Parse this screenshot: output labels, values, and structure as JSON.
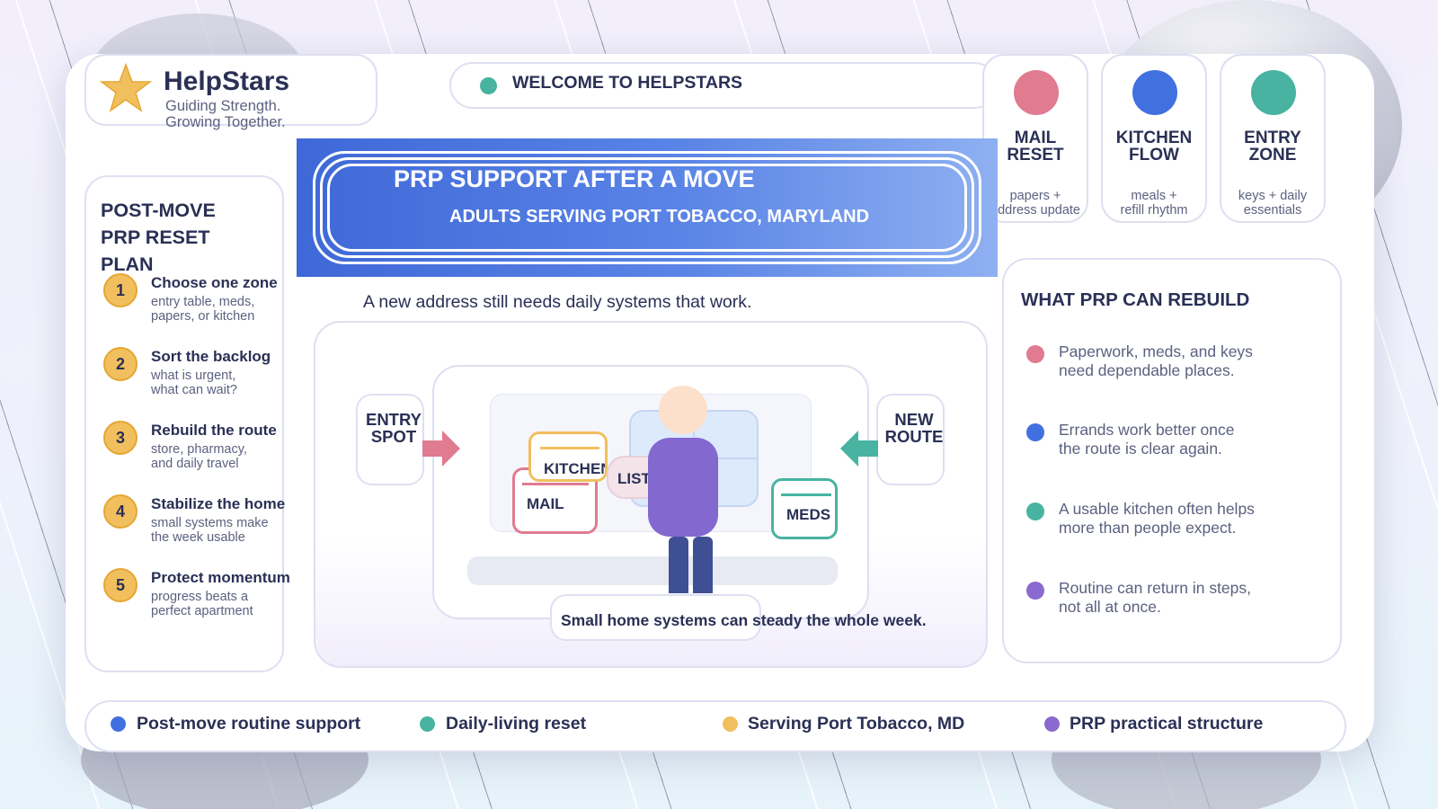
{
  "brand": {
    "name": "HelpStars",
    "tagline_1": "Guiding Strength.",
    "tagline_2": "Growing Together."
  },
  "welcome": {
    "text": "WELCOME TO HELPSTARS"
  },
  "zones": [
    {
      "title_1": "MAIL",
      "title_2": "RESET",
      "sub_1": "papers +",
      "sub_2": "address update",
      "color": "#e07b90"
    },
    {
      "title_1": "KITCHEN",
      "title_2": "FLOW",
      "sub_1": "meals +",
      "sub_2": "refill rhythm",
      "color": "#4170e0"
    },
    {
      "title_1": "ENTRY",
      "title_2": "ZONE",
      "sub_1": "keys + daily",
      "sub_2": "essentials",
      "color": "#47b3a0"
    }
  ],
  "hero": {
    "title": "PRP SUPPORT AFTER A MOVE",
    "subtitle": "ADULTS SERVING PORT TOBACCO, MARYLAND"
  },
  "intro": "A new address still needs daily systems that work.",
  "plan": {
    "title_1": "POST-MOVE",
    "title_2": "PRP RESET",
    "title_3": "PLAN",
    "steps": [
      {
        "num": "1",
        "title": "Choose one zone",
        "sub_1": "entry table, meds,",
        "sub_2": "papers, or kitchen"
      },
      {
        "num": "2",
        "title": "Sort the backlog",
        "sub_1": "what is urgent,",
        "sub_2": "what can wait?"
      },
      {
        "num": "3",
        "title": "Rebuild the route",
        "sub_1": "store, pharmacy,",
        "sub_2": "and daily travel"
      },
      {
        "num": "4",
        "title": "Stabilize the home",
        "sub_1": "small systems make",
        "sub_2": "the week usable"
      },
      {
        "num": "5",
        "title": "Protect momentum",
        "sub_1": "progress beats a",
        "sub_2": "perfect apartment"
      }
    ]
  },
  "illustration": {
    "entry_1": "ENTRY",
    "entry_2": "SPOT",
    "route_1": "NEW",
    "route_2": "ROUTE",
    "kitchen": "KITCHEN",
    "list": "LIST",
    "mail": "MAIL",
    "meds": "MEDS",
    "caption": "Small home systems can steady the whole week."
  },
  "rebuild": {
    "title": "WHAT PRP CAN REBUILD",
    "items": [
      {
        "line_1": "Paperwork, meds, and keys",
        "line_2": "need dependable places.",
        "color": "#e07b90"
      },
      {
        "line_1": "Errands work better once",
        "line_2": "the route is clear again.",
        "color": "#4170e0"
      },
      {
        "line_1": "A usable kitchen often helps",
        "line_2": "more than people expect.",
        "color": "#47b3a0"
      },
      {
        "line_1": "Routine can return in steps,",
        "line_2": "not all at once.",
        "color": "#8a6ad0"
      }
    ]
  },
  "footer": [
    {
      "label": "Post-move routine support",
      "color": "#4170e0"
    },
    {
      "label": "Daily-living reset",
      "color": "#47b3a0"
    },
    {
      "label": "Serving Port Tobacco, MD",
      "color": "#f2bf5e"
    },
    {
      "label": "PRP practical structure",
      "color": "#8a6ad0"
    }
  ]
}
